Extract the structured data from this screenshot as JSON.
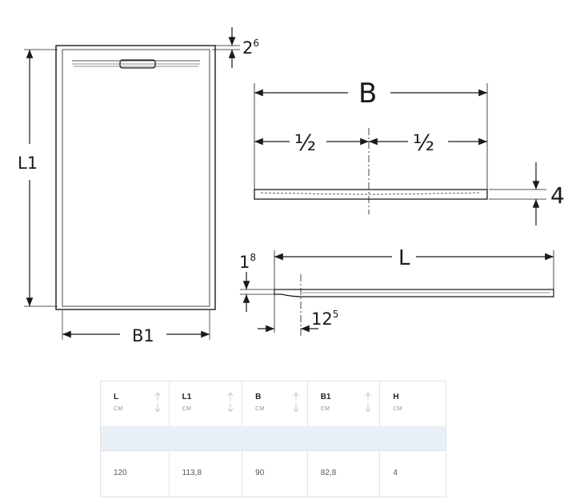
{
  "drawing": {
    "labels": {
      "top_rim": "2",
      "top_rim_sup": "6",
      "length_inner": "L1",
      "width_inner": "B1",
      "width": "B",
      "half_left": "½",
      "half_right": "½",
      "height": "4",
      "drain_depth": "1",
      "drain_depth_sup": "8",
      "length": "L",
      "drain_offset": "12",
      "drain_offset_sup": "5"
    }
  },
  "table": {
    "columns": [
      {
        "title": "L",
        "unit": "CM"
      },
      {
        "title": "L1",
        "unit": "CM"
      },
      {
        "title": "B",
        "unit": "CM"
      },
      {
        "title": "B1",
        "unit": "CM"
      },
      {
        "title": "H",
        "unit": "CM"
      }
    ],
    "rows": [
      [
        "120",
        "113,8",
        "90",
        "82,8",
        "4"
      ]
    ]
  },
  "icons": {
    "sort": "sort-arrows-icon"
  },
  "colors": {
    "line": "#1a1a1a",
    "band": "#eaf0f7",
    "border": "#dde1e6"
  }
}
